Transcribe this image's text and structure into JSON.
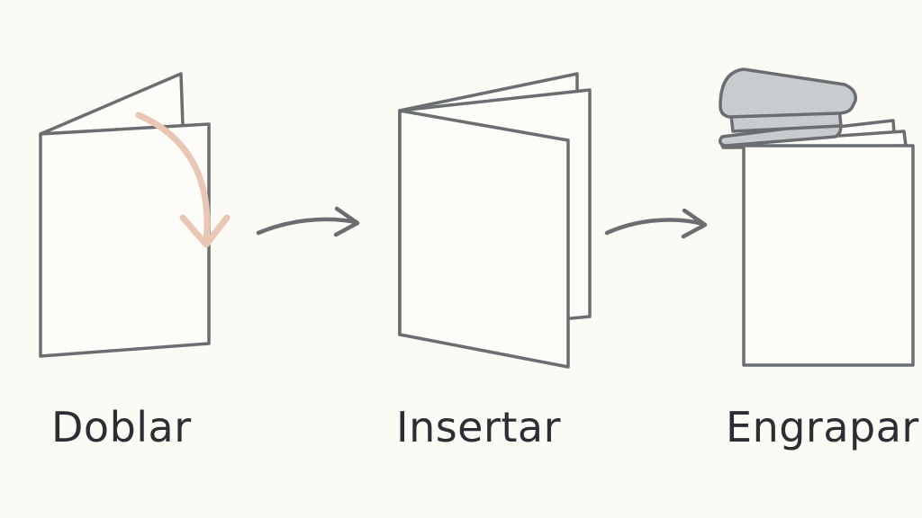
{
  "steps": [
    {
      "label": "Doblar",
      "icon": "folded-sheet-icon"
    },
    {
      "label": "Insertar",
      "icon": "nested-sheets-icon"
    },
    {
      "label": "Engrapar",
      "icon": "stapler-icon"
    }
  ],
  "colors": {
    "background": "#fbfaf5",
    "stroke": "#6b6e70",
    "paper": "#fdfcf8",
    "fold_arrow": "#e9c7b4",
    "step_arrow": "#6b6e70",
    "stapler": "#c9ccce",
    "label_text": "#2b2e33"
  }
}
